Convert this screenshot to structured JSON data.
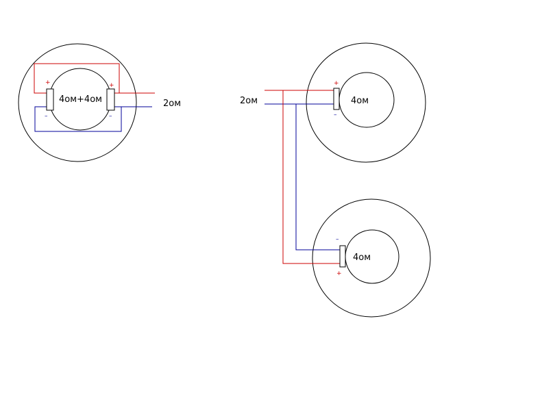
{
  "colors": {
    "positive_wire": "#cc0000",
    "negative_wire": "#000099",
    "outline": "#000000",
    "background": "#ffffff"
  },
  "left_diagram": {
    "speaker_label": "4ом+4ом",
    "output_label": "2ом",
    "terminal_left_plus": "+",
    "terminal_left_minus": "–",
    "terminal_right_plus": "+",
    "terminal_right_minus": "–"
  },
  "right_diagram": {
    "input_label": "2ом",
    "top_speaker": {
      "label": "4ом",
      "plus": "+",
      "minus": "–"
    },
    "bottom_speaker": {
      "label": "4ом",
      "plus": "+",
      "minus": "–"
    }
  }
}
